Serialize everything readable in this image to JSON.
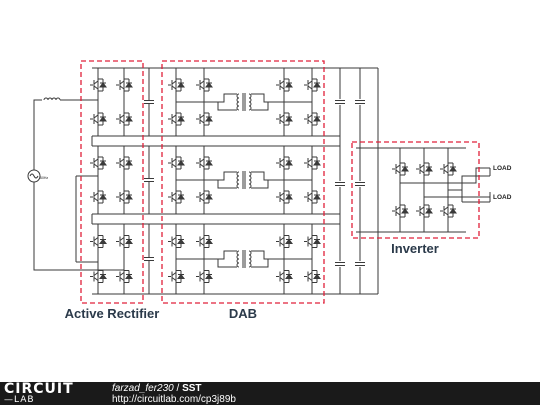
{
  "diagram": {
    "labels": {
      "rectifier": "Active Rectifier",
      "dab": "DAB",
      "inverter": "Inverter",
      "load_top": "LOAD",
      "load_bottom": "LOAD",
      "source": "60Hz"
    },
    "colors": {
      "wire": "#3a3a3a",
      "highlight": "#e0203a",
      "label": "#2b3a4a"
    }
  },
  "footer": {
    "logo_top": "CIRCUIT",
    "logo_bottom": "—LAB",
    "author": "farzad_fer230",
    "separator": " / ",
    "title": "SST",
    "url": "http://circuitlab.com/cp3j89b"
  }
}
